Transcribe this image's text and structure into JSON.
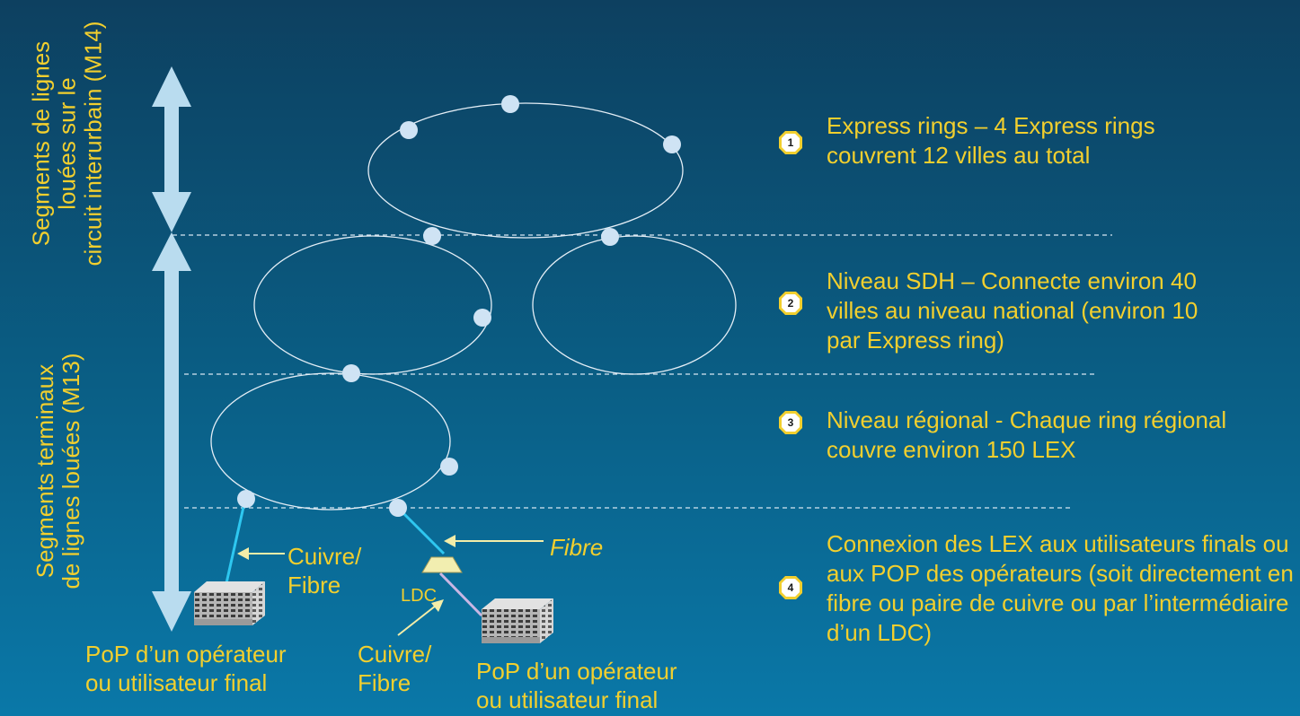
{
  "side_labels": {
    "upper": [
      "Segments de lignes",
      "louées sur le",
      "circuit interurbain (M14)"
    ],
    "lower": [
      "Segments terminaux",
      "de lignes louées (M13)"
    ]
  },
  "descriptions": [
    {
      "number": "1",
      "text": "Express rings – 4 Express rings couvrent 12 villes au total"
    },
    {
      "number": "2",
      "text": "Niveau SDH – Connecte environ 40 villes au niveau national (environ 10 par Express ring)"
    },
    {
      "number": "3",
      "text": "Niveau régional - Chaque ring régional couvre environ 150 LEX"
    },
    {
      "number": "4",
      "text": "Connexion des LEX aux utilisateurs finals ou aux POP des opérateurs (soit directement en fibre ou paire de cuivre ou par l’intermédiaire d’un LDC)"
    }
  ],
  "annotations": {
    "cuivre_fibre_left": [
      "Cuivre/",
      "Fibre"
    ],
    "fibre": "Fibre",
    "ldc": "LDC",
    "cuivre_fibre_bottom": [
      "Cuivre/",
      "Fibre"
    ],
    "pop_left": [
      "PoP d’un opérateur",
      "ou utilisateur final"
    ],
    "pop_right": [
      "PoP d’un opérateur",
      "ou utilisateur final"
    ]
  },
  "colors": {
    "text": "#f2cf2e",
    "arrow": "#b9dcef",
    "node": "#cfe3f4",
    "fibre_link": "#2ec7f0",
    "copper_link": "#c9b6e4",
    "ldc_fill": "#f2eeb0"
  }
}
